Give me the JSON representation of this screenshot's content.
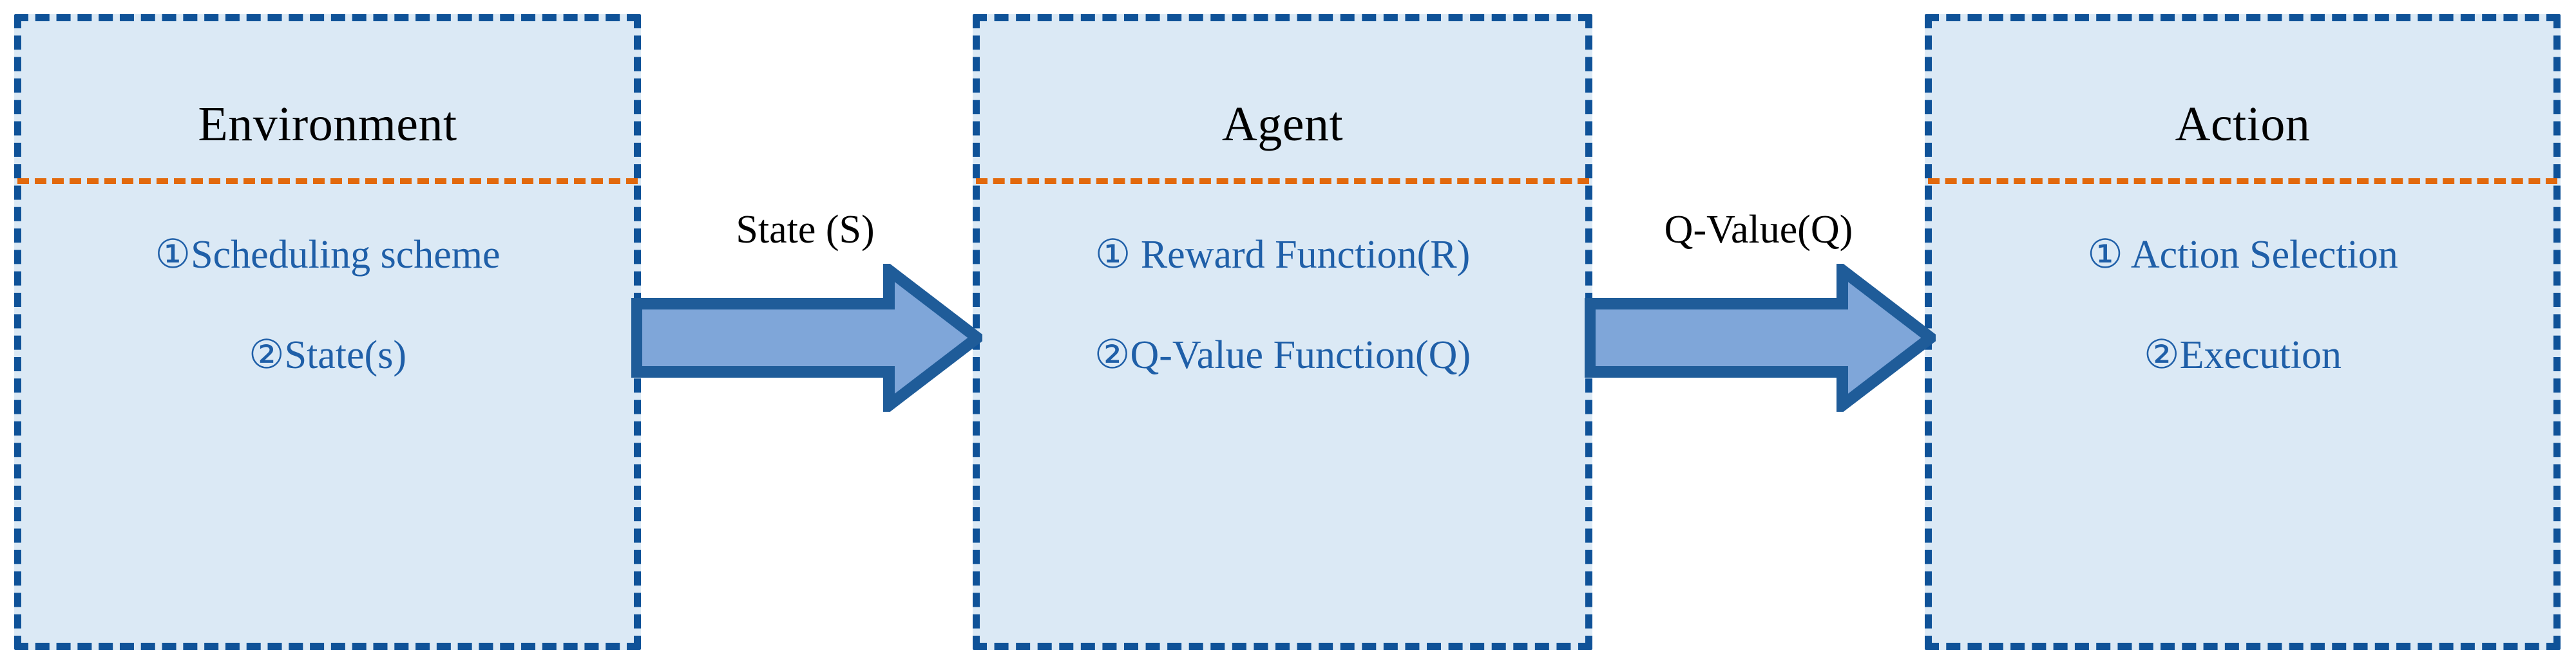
{
  "diagram": {
    "title_color": "#000000",
    "body_text_color": "#1f5fa8",
    "box_border_color": "#0f5298",
    "box_fill_color": "#dbe9f5",
    "divider_color": "#e2690c",
    "arrow_fill_color": "#7fa6d9",
    "arrow_outline_color": "#1f5c99"
  },
  "panels": [
    {
      "id": "environment",
      "title": "Environment",
      "items": [
        "①Scheduling scheme",
        "②State(s)"
      ]
    },
    {
      "id": "agent",
      "title": "Agent",
      "items": [
        "① Reward Function(R)",
        "②Q-Value Function(Q)"
      ]
    },
    {
      "id": "action",
      "title": "Action",
      "items": [
        "① Action Selection",
        "②Execution"
      ]
    }
  ],
  "arrows": [
    {
      "id": "state",
      "label": "State (S)",
      "from": "environment",
      "to": "agent"
    },
    {
      "id": "qvalue",
      "label": "Q-Value(Q)",
      "from": "agent",
      "to": "action"
    }
  ]
}
